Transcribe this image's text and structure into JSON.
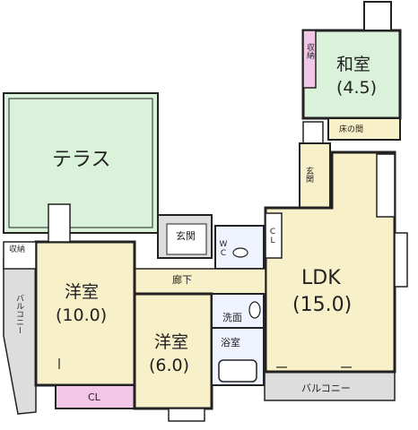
{
  "rooms": {
    "washitsu": {
      "name": "和室",
      "size": "(4.5)"
    },
    "terrace": {
      "name": "テラス"
    },
    "yoshitsu1": {
      "name": "洋室",
      "size": "(10.0)"
    },
    "yoshitsu2": {
      "name": "洋室",
      "size": "(6.0)"
    },
    "ldk": {
      "name": "LDK",
      "size": "(15.0)"
    }
  },
  "labels": {
    "shuno_top": "収納",
    "shuno_left": "収納",
    "tokonoma": "床の間",
    "genkan_small": "玄関",
    "genkan": "玄関",
    "cl_right": "CL",
    "cl_bottom": "CL",
    "wc": "WC",
    "rouka": "廊下",
    "senmen": "洗面",
    "yokushitsu": "浴室",
    "balcony_left": "バルコニー",
    "balcony_bottom": "バルコニー"
  },
  "colors": {
    "wall": "#222222",
    "washitsu_fill": "#d9f2d9",
    "terrace_fill": "#d9f2d9",
    "floor_fill": "#f8f0c8",
    "storage_fill": "#f2c6e6",
    "balcony_fill": "#dddddd",
    "wet_fill": "#eef3ff"
  }
}
